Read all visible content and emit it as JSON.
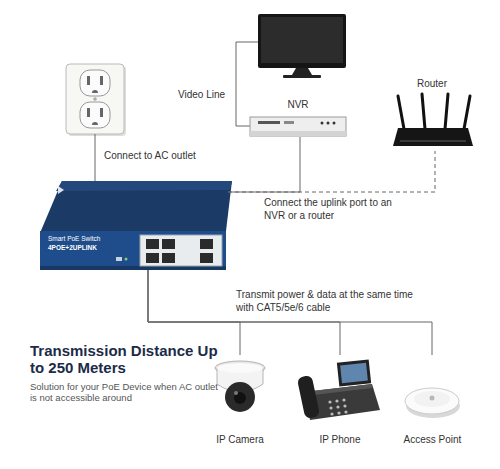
{
  "diagram": {
    "nodes": [
      {
        "text": [
          "NVR"
        ]
      },
      {
        "text": [
          "Router"
        ]
      },
      {
        "text": [
          "Smart PoE Switch",
          "4POE+2UPLINK"
        ]
      },
      {
        "text": [
          "IP Camera"
        ]
      },
      {
        "text": [
          "IP Phone"
        ]
      },
      {
        "text": [
          "Access Point"
        ]
      }
    ],
    "edges": [
      {
        "from": 2,
        "to": 1,
        "arrow": "none"
      },
      {
        "from": 2,
        "to": 0,
        "arrow": "none",
        "label": "Connect the uplink port to an NVR or a router"
      },
      {
        "from": 2,
        "to": 3,
        "arrow": "none"
      },
      {
        "from": 2,
        "to": 4,
        "arrow": "none",
        "label": "Transmit power & data at the same time with CAT5/5e/6 cable"
      },
      {
        "from": 2,
        "to": 5,
        "arrow": "none"
      }
    ],
    "labels": [
      "Video Line",
      "Connect to AC outlet",
      "Transmission Distance Up to 250 Meters",
      "Solution for your PoE Device when AC outlet is not accessible around"
    ]
  }
}
